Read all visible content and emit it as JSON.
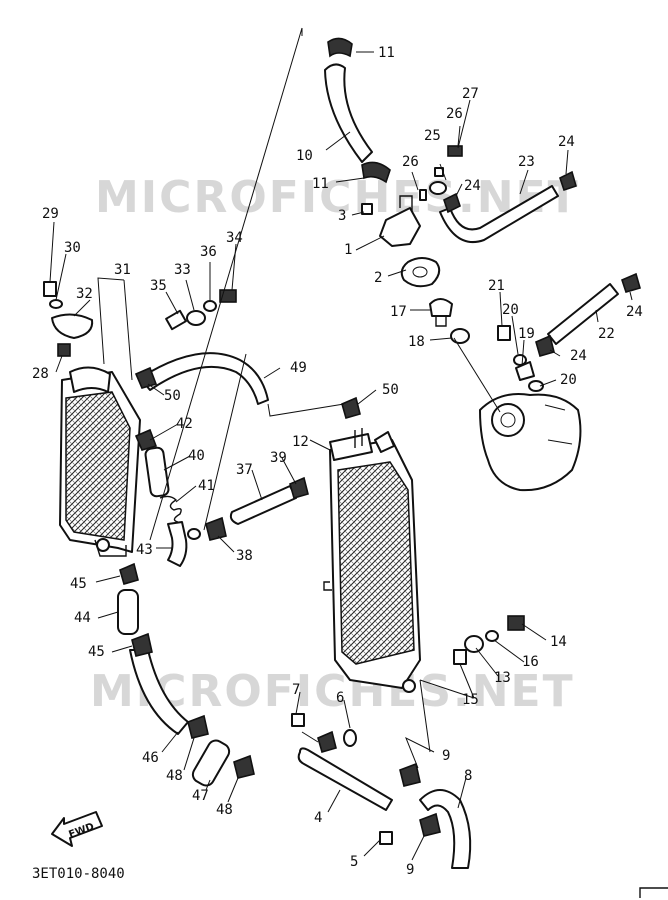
{
  "watermarks": [
    "MICROFICHES.NET",
    "MICROFICHES.NET"
  ],
  "drawing_code": "3ET010-8040",
  "fwd_label": "FWD",
  "callouts": [
    {
      "id": "c1",
      "label": "1"
    },
    {
      "id": "c2",
      "label": "2"
    },
    {
      "id": "c3",
      "label": "3"
    },
    {
      "id": "c4",
      "label": "4"
    },
    {
      "id": "c5",
      "label": "5"
    },
    {
      "id": "c6",
      "label": "6"
    },
    {
      "id": "c7",
      "label": "7"
    },
    {
      "id": "c8",
      "label": "8"
    },
    {
      "id": "c9a",
      "label": "9"
    },
    {
      "id": "c9b",
      "label": "9"
    },
    {
      "id": "c10",
      "label": "10"
    },
    {
      "id": "c11a",
      "label": "11"
    },
    {
      "id": "c11b",
      "label": "11"
    },
    {
      "id": "c12",
      "label": "12"
    },
    {
      "id": "c13",
      "label": "13"
    },
    {
      "id": "c14",
      "label": "14"
    },
    {
      "id": "c15",
      "label": "15"
    },
    {
      "id": "c16",
      "label": "16"
    },
    {
      "id": "c17",
      "label": "17"
    },
    {
      "id": "c18",
      "label": "18"
    },
    {
      "id": "c19",
      "label": "19"
    },
    {
      "id": "c20a",
      "label": "20"
    },
    {
      "id": "c20b",
      "label": "20"
    },
    {
      "id": "c21",
      "label": "21"
    },
    {
      "id": "c22",
      "label": "22"
    },
    {
      "id": "c23",
      "label": "23"
    },
    {
      "id": "c24a",
      "label": "24"
    },
    {
      "id": "c24b",
      "label": "24"
    },
    {
      "id": "c24c",
      "label": "24"
    },
    {
      "id": "c24d",
      "label": "24"
    },
    {
      "id": "c25",
      "label": "25"
    },
    {
      "id": "c26a",
      "label": "26"
    },
    {
      "id": "c26b",
      "label": "26"
    },
    {
      "id": "c27",
      "label": "27"
    },
    {
      "id": "c28",
      "label": "28"
    },
    {
      "id": "c29",
      "label": "29"
    },
    {
      "id": "c30",
      "label": "30"
    },
    {
      "id": "c31",
      "label": "31"
    },
    {
      "id": "c32",
      "label": "32"
    },
    {
      "id": "c33",
      "label": "33"
    },
    {
      "id": "c34",
      "label": "34"
    },
    {
      "id": "c35",
      "label": "35"
    },
    {
      "id": "c36",
      "label": "36"
    },
    {
      "id": "c37",
      "label": "37"
    },
    {
      "id": "c38",
      "label": "38"
    },
    {
      "id": "c39",
      "label": "39"
    },
    {
      "id": "c40",
      "label": "40"
    },
    {
      "id": "c41",
      "label": "41"
    },
    {
      "id": "c42",
      "label": "42"
    },
    {
      "id": "c43",
      "label": "43"
    },
    {
      "id": "c44",
      "label": "44"
    },
    {
      "id": "c45a",
      "label": "45"
    },
    {
      "id": "c45b",
      "label": "45"
    },
    {
      "id": "c46",
      "label": "46"
    },
    {
      "id": "c47",
      "label": "47"
    },
    {
      "id": "c48a",
      "label": "48"
    },
    {
      "id": "c48b",
      "label": "48"
    },
    {
      "id": "c49",
      "label": "49"
    },
    {
      "id": "c50a",
      "label": "50"
    },
    {
      "id": "c50b",
      "label": "50"
    }
  ]
}
